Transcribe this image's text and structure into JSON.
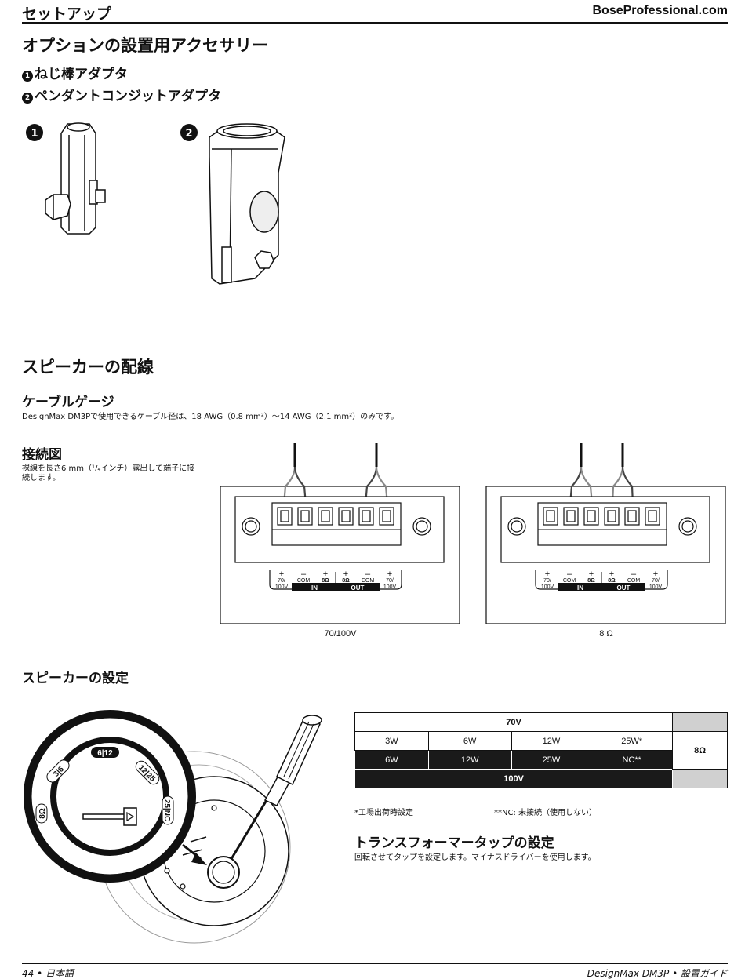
{
  "header": {
    "section": "セットアップ",
    "site": "BoseProfessional.com"
  },
  "accessories": {
    "title": "オプションの設置用アクセサリー",
    "item1_num": "1",
    "item1": "ねじ棒アダプタ",
    "item2_num": "2",
    "item2": "ペンダントコンジットアダプタ"
  },
  "wiring": {
    "title": "スピーカーの配線",
    "gauge_title": "ケーブルゲージ",
    "gauge_text": "DesignMax DM3Pで使用できるケーブル径は、18 AWG（0.8 mm²）〜14 AWG（2.1 mm²）のみです。",
    "diagram_title": "接続図",
    "diagram_text_1": "裸線を長さ6 mm（¹/₄インチ）露出して端子に接",
    "diagram_text_2": "続します。",
    "terminal_labels": {
      "plus": "+",
      "minus": "–",
      "v70_1": "70/",
      "v70_2": "100V",
      "com": "COM",
      "ohm": "8Ω",
      "in": "IN",
      "out": "OUT"
    },
    "caption_left": "70/100V",
    "caption_right": "8 Ω"
  },
  "settings": {
    "title": "スピーカーの設定",
    "dial": {
      "d1": "3|6",
      "d2": "6|12",
      "d3": "12|25",
      "d4": "25|NC",
      "d5": "8Ω"
    },
    "table": {
      "header_70v": "70V",
      "row1": [
        "3W",
        "6W",
        "12W",
        "25W*"
      ],
      "row2": [
        "6W",
        "12W",
        "25W",
        "NC**"
      ],
      "footer_100v": "100V",
      "ohm": "8Ω"
    },
    "note1": "*工場出荷時設定",
    "note2": "**NC: 未接続（使用しない）",
    "tap_title": "トランスフォーマータップの設定",
    "tap_text": "回転させてタップを設定します。マイナスドライバーを使用します。"
  },
  "footer": {
    "left": "44 • 日本語",
    "right": "DesignMax DM3P • 設置ガイド"
  }
}
